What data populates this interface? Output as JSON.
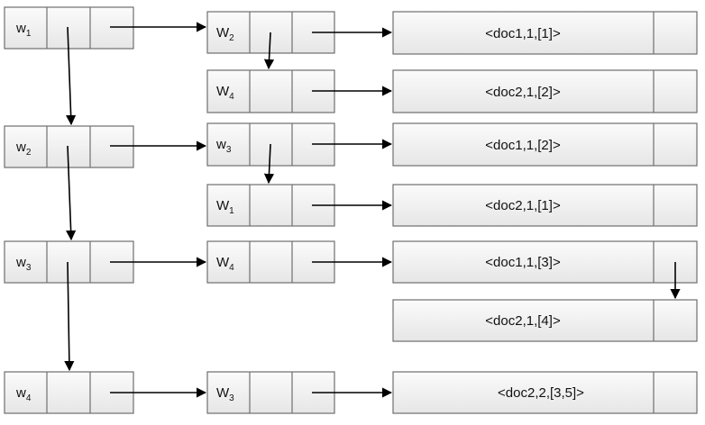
{
  "colors": {
    "box_fill_top": "#fbfbfb",
    "box_fill_bottom": "#e6e6e6",
    "border": "#6f6f6f",
    "arrow": "#000000"
  },
  "main_list": [
    {
      "base": "w",
      "sub": "1"
    },
    {
      "base": "w",
      "sub": "2"
    },
    {
      "base": "w",
      "sub": "3"
    },
    {
      "base": "w",
      "sub": "4"
    }
  ],
  "second_list": [
    {
      "base": "W",
      "sub": "2"
    },
    {
      "base": "W",
      "sub": "4"
    },
    {
      "base": "w",
      "sub": "3"
    },
    {
      "base": "W",
      "sub": "1"
    },
    {
      "base": "W",
      "sub": "4"
    },
    {
      "base": "W",
      "sub": "3"
    }
  ],
  "docs": [
    "<doc1,1,[1]>",
    "<doc2,1,[2]>",
    "<doc1,1,[2]>",
    "<doc2,1,[1]>",
    "<doc1,1,[3]>",
    "<doc2,1,[4]>",
    "<doc2,2,[3,5]>"
  ]
}
